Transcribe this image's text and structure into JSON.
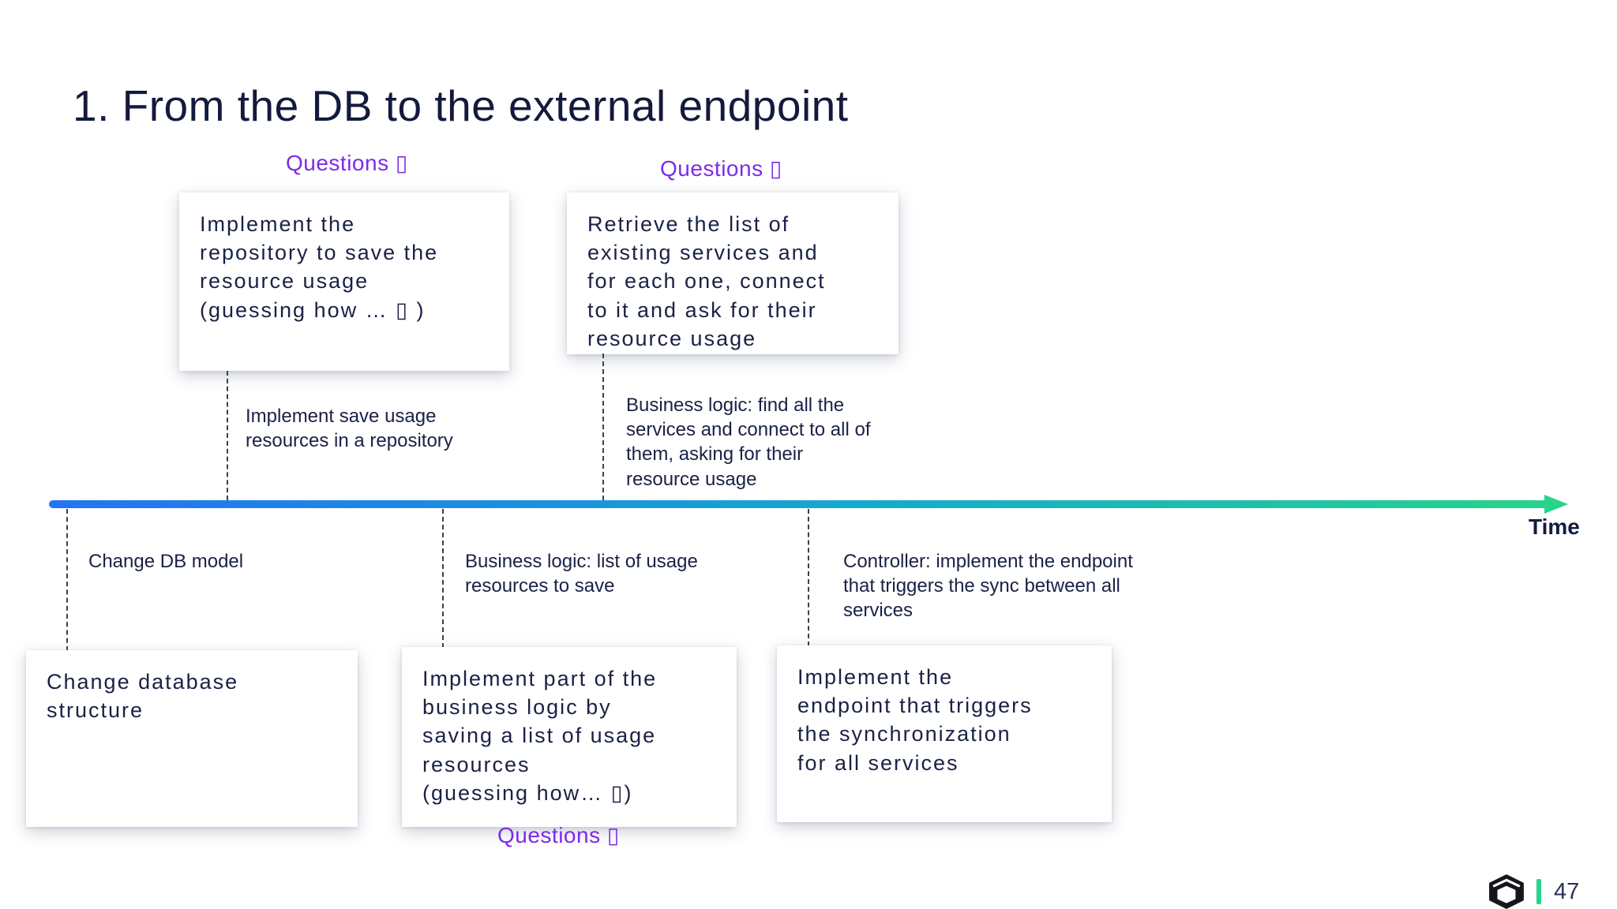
{
  "title": "1. From the DB to the external endpoint",
  "colors": {
    "accent_purple": "#7D2BE8",
    "timeline_blue": "#2374F2",
    "timeline_teal": "#15ADCC",
    "timeline_green": "#27D48B",
    "text_ink": "#1A2145"
  },
  "top": {
    "questions": [
      {
        "label": "Questions ▯"
      },
      {
        "label": "Questions ▯"
      }
    ],
    "cards": [
      {
        "text": "Implement the\nrepository to save the\nresource usage\n(guessing how … ▯ )"
      },
      {
        "text": "Retrieve the list of\nexisting services and\nfor each one, connect\nto it and ask for their\nresource usage"
      }
    ],
    "annotations": [
      {
        "text": "Implement save usage\nresources in a repository"
      },
      {
        "text": "Business logic: find all the\nservices and connect to all of\nthem, asking for their\nresource usage"
      }
    ]
  },
  "timeline": {
    "axis_label": "Time"
  },
  "bottom": {
    "annotations": [
      {
        "text": "Change DB model"
      },
      {
        "text": "Business logic: list of usage\nresources to save"
      },
      {
        "text": "Controller: implement the endpoint\nthat triggers the sync between all\nservices"
      }
    ],
    "cards": [
      {
        "text": "Change database\nstructure"
      },
      {
        "text": "Implement part of the\nbusiness logic by\nsaving a list of usage\nresources\n(guessing how… ▯)"
      },
      {
        "text": "Implement the\nendpoint that triggers\nthe synchronization\nfor all services"
      }
    ],
    "questions": {
      "label": "Questions ▯"
    }
  },
  "footer": {
    "logo": "cube-logo",
    "page_number": "47"
  }
}
